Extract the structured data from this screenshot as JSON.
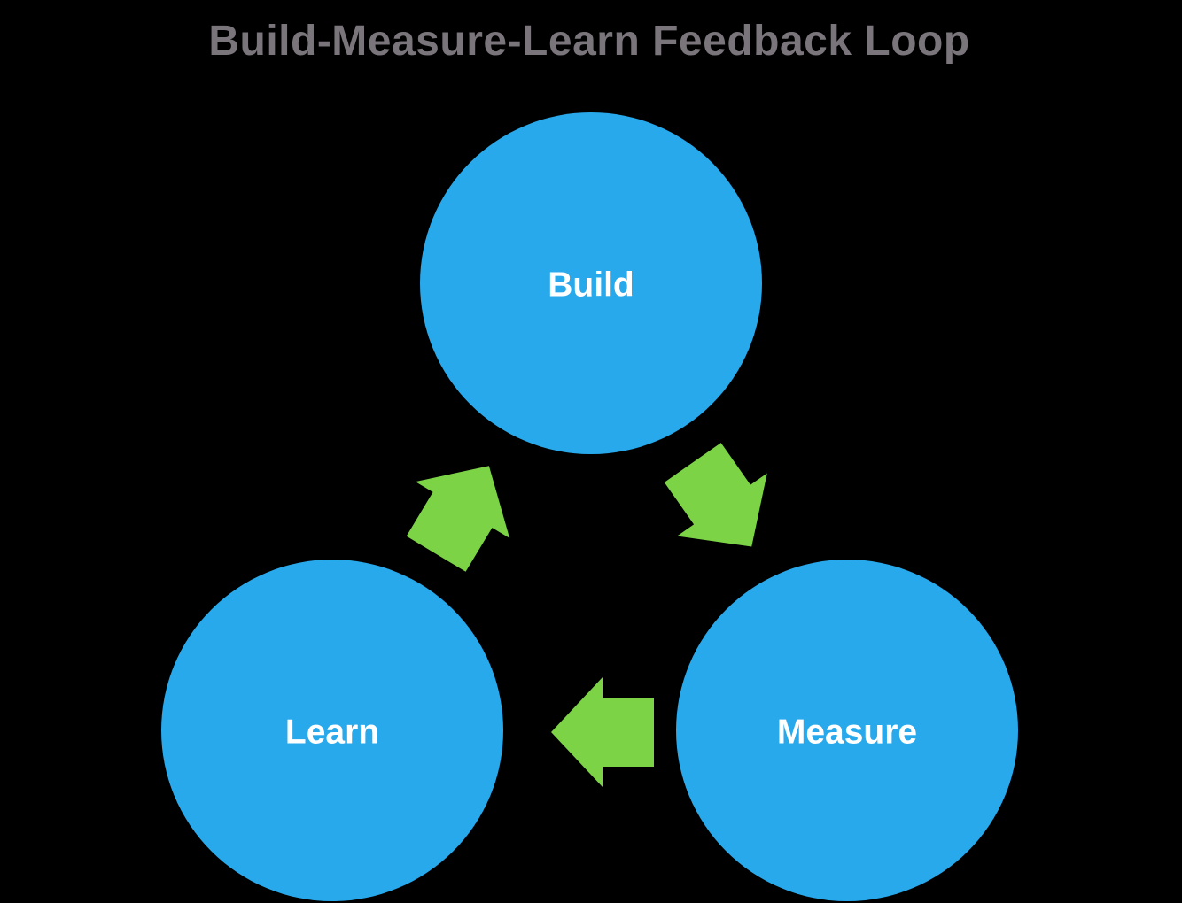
{
  "diagram": {
    "title": "Build-Measure-Learn Feedback Loop",
    "background_color": "#000000",
    "title_color": "#7A757A",
    "node_fill_color": "#28A9EC",
    "node_text_color": "#FFFFFF",
    "arrow_color": "#7BD345",
    "nodes": [
      {
        "id": "build",
        "label": "Build"
      },
      {
        "id": "measure",
        "label": "Measure"
      },
      {
        "id": "learn",
        "label": "Learn"
      }
    ],
    "flow": [
      {
        "from": "Build",
        "to": "Measure"
      },
      {
        "from": "Measure",
        "to": "Learn"
      },
      {
        "from": "Learn",
        "to": "Build"
      }
    ]
  }
}
